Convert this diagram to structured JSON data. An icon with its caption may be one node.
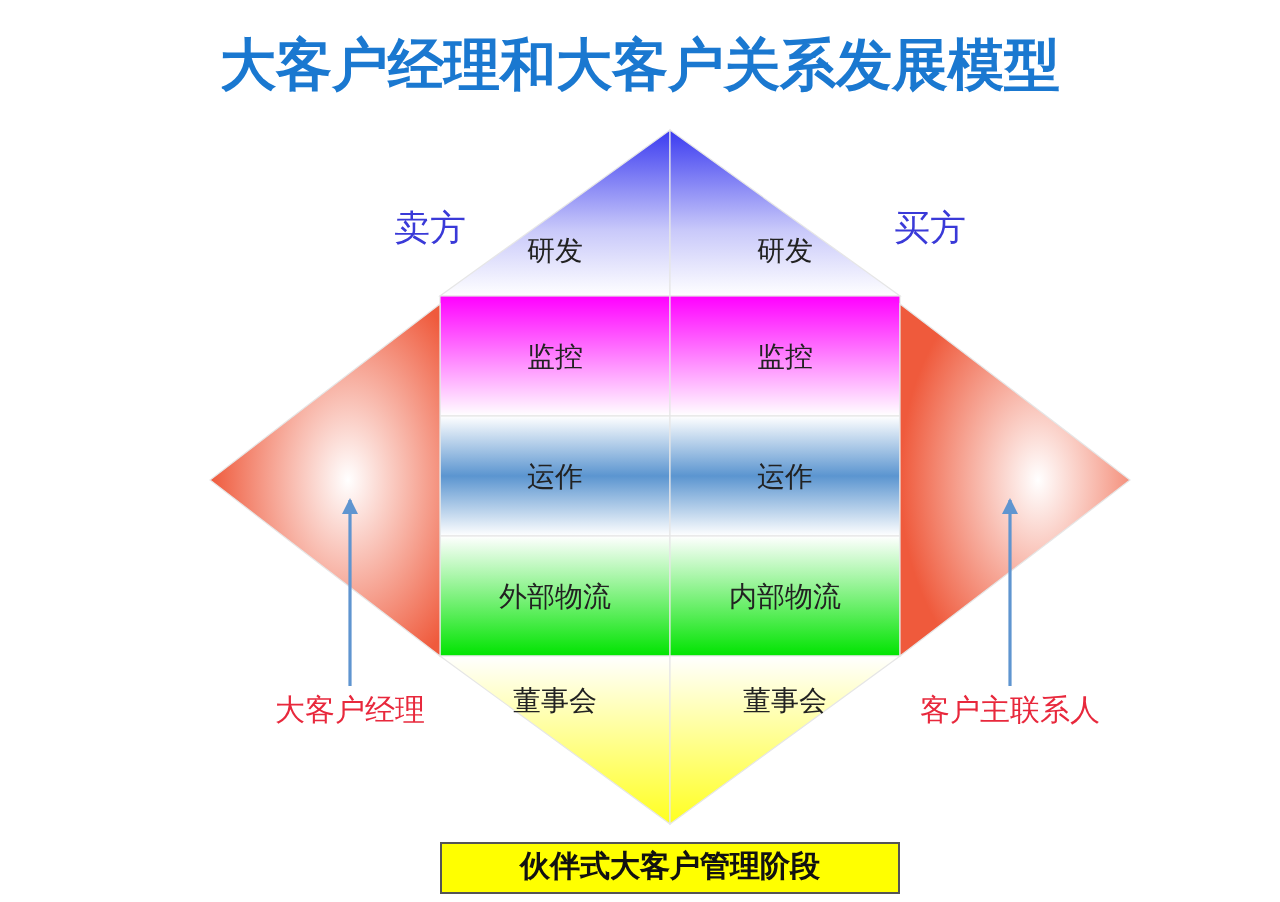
{
  "diagram": {
    "title": "大客户经理和大客户关系发展模型",
    "nodes": [
      {
        "text": [
          "研发"
        ]
      },
      {
        "text": [
          "研发"
        ]
      },
      {
        "text": [
          "监控"
        ]
      },
      {
        "text": [
          "监控"
        ]
      },
      {
        "text": [
          "运作"
        ]
      },
      {
        "text": [
          "运作"
        ]
      },
      {
        "text": [
          "外部物流"
        ]
      },
      {
        "text": [
          "内部物流"
        ]
      },
      {
        "text": [
          "董事会"
        ]
      },
      {
        "text": [
          "董事会"
        ]
      },
      {
        "text": [],
        "shape": "triangle"
      },
      {
        "text": [],
        "shape": "triangle"
      },
      {
        "text": [
          "大客户经理"
        ]
      },
      {
        "text": [
          "客户主联系人"
        ]
      },
      {
        "text": [
          "伙伴式大客户管理阶段"
        ]
      }
    ],
    "edges": [
      {
        "from": 12,
        "to": 10,
        "arrow": "to"
      },
      {
        "from": 13,
        "to": 11,
        "arrow": "to"
      }
    ],
    "labels": [
      "卖方",
      "买方"
    ]
  }
}
